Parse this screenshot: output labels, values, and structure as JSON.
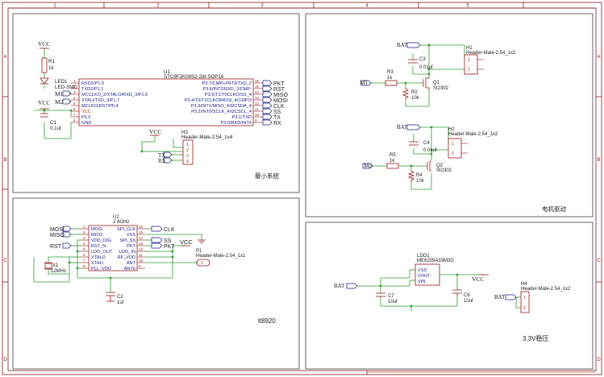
{
  "frame": {
    "cols": [
      "1",
      "2",
      "3",
      "4",
      "5"
    ],
    "rows": [
      "A",
      "B",
      "C",
      "D"
    ]
  },
  "min_system": {
    "title": "最小系统",
    "vcc1": "VCC",
    "r1_ref": "R1",
    "r1_val": "1k",
    "led_ref": "LED1",
    "led_val": "LED-SMD",
    "vcc2": "VCC",
    "c1_ref": "C1",
    "c1_val": "0.1uf",
    "m1": "M1",
    "m2": "M2",
    "u1_ref": "U1",
    "u1_part": "STC8F2K08S2-28I-SOP16",
    "u1_left_pins": [
      "RXD2/P1.0",
      "TXD2/P1.1",
      "MCCLKO_2/XTALO/RXD_3/P1.6",
      "XTALI/TXD_3/P1.7",
      "MCLKO/RST/P5.4",
      "VCC",
      "P5.5",
      "GND"
    ],
    "u1_left_nums": [
      "1",
      "2",
      "3",
      "4",
      "5",
      "6",
      "7",
      "8"
    ],
    "u1_right_pins": [
      "P3.7/CMP+/INT3/TXD_2",
      "P3.6/INT2/RXD_2/CMP-",
      "P3.5/T1/T0CLKO/SS_4",
      "P3.4/T0/T1CLKO/MOSI_4/CMPO",
      "P3.3/INT1/MISO_4/I2CSDA_4",
      "P3.2/INT0/SCLK_4/I2CSCL_4",
      "P3.1/TXD",
      "P3.0/RXD/INT4"
    ],
    "u1_right_nums": [
      "16",
      "15",
      "14",
      "13",
      "12",
      "11",
      "10",
      "9"
    ],
    "u1_right_nets": [
      "PKT",
      "RST",
      "MISO",
      "MOSI",
      "CLK",
      "SS",
      "TX",
      "RX"
    ],
    "vcc3": "VCC",
    "h3_ref": "H3",
    "h3_part": "Header-Male-2.54_1x4",
    "h3_pins": [
      "1",
      "2",
      "3",
      "4"
    ],
    "tx": "TX",
    "rx": "RX"
  },
  "motor": {
    "title": "电机驱动",
    "bat1": "BAT",
    "bat2": "BAT",
    "c3_ref": "C3",
    "c3_val": "0.01uf",
    "c4_ref": "C4",
    "c4_val": "0.01uf",
    "h1_ref": "H1",
    "h1_part": "Header-Male-2.54_1x2",
    "h2_ref": "H2",
    "h2_part": "Header-Male-2.54_1x2",
    "header_pins": [
      "1",
      "2"
    ],
    "m1": "M1",
    "m2": "M2",
    "r3_ref": "R3",
    "r3_val": "1k",
    "r2_ref": "R2",
    "r2_val": "10k",
    "r5_ref": "R5",
    "r5_val": "1k",
    "r4_ref": "R4",
    "r4_val": "10k",
    "q1_ref": "Q1",
    "q1_part": "SI2302",
    "q2_ref": "Q2",
    "q2_part": "SI2302"
  },
  "lt8920": {
    "title": "lt8920",
    "u2_ref": "U2",
    "u2_part": "2.4GHz",
    "left_pins": [
      "MOSI",
      "MISO",
      "VDD_DIG",
      "RST_N",
      "LDO_OUT",
      "XTALO",
      "XTALI",
      "PLL_VDD"
    ],
    "left_nums": [
      "1",
      "2",
      "3",
      "4",
      "5",
      "6",
      "7",
      "8"
    ],
    "right_pins": [
      "SPI_CLK",
      "VSS",
      "SPI_SS",
      "PKT",
      "LDO_IN",
      "RF_VDD",
      "ANT",
      "ANTb"
    ],
    "right_nums": [
      "16",
      "15",
      "14",
      "13",
      "12",
      "11",
      "10",
      "9"
    ],
    "mosi": "MOSI",
    "miso": "MISO",
    "rst": "RST",
    "clk": "CLK",
    "ss": "SS",
    "pkt": "PKT",
    "vcc": "VCC",
    "x1_ref": "X1",
    "x1_val": "12MHz",
    "c2_ref": "C2",
    "c2_val": "1uf",
    "p1_ref": "P1",
    "p1_part": "Header-Male-2.54_1x1",
    "p1_pin": "1"
  },
  "ldo": {
    "title": "3.3V稳压",
    "bat": "BAT",
    "ldo_ref": "LDO1",
    "ldo_part": "ME6209A33M3G",
    "pins": [
      "VSS",
      "VOUT",
      "VIN"
    ],
    "pin_nums": [
      "1",
      "2",
      "3"
    ],
    "vcc": "VCC",
    "c7_ref": "C7",
    "c7_val": "10uf",
    "c6_ref": "C6",
    "c6_val": "10uf",
    "h4_ref": "H4",
    "h4_part": "Header-Male-2.54_1x2",
    "h4_bat": "BAT",
    "h4_pins": [
      "1",
      "2"
    ]
  },
  "colors": {
    "border": "#8b1a1a",
    "wire": "#2e9b2e",
    "part": "#9b1a1a",
    "pin_label": "#1a1a8b",
    "net": "#1a1a1a"
  }
}
